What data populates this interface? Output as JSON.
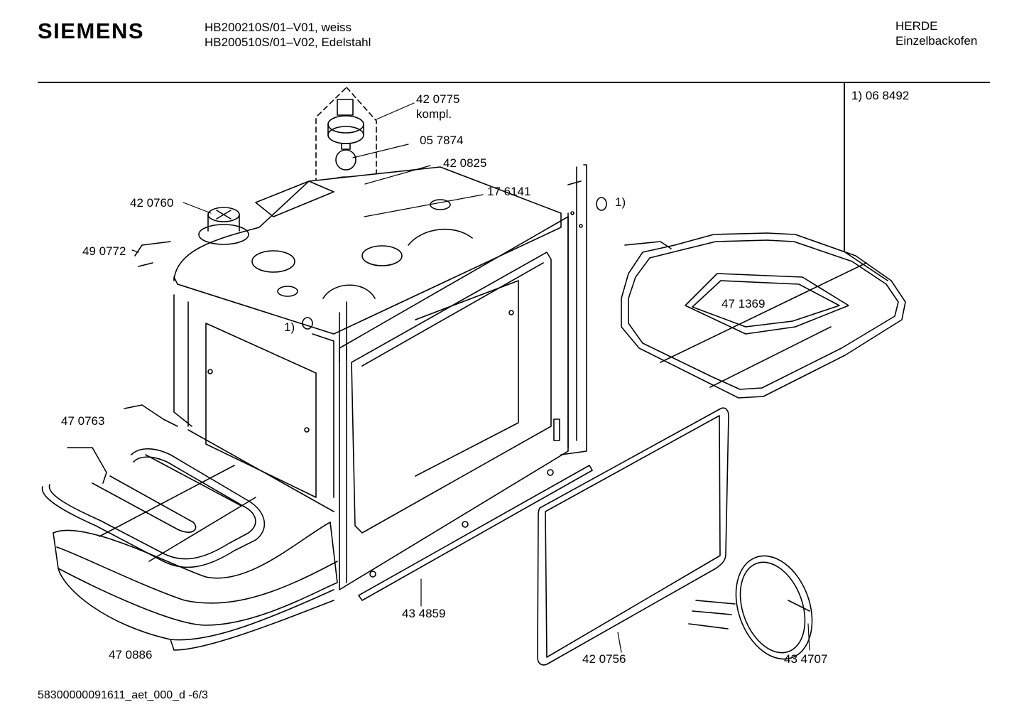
{
  "header": {
    "brand": "SIEMENS",
    "model_lines": [
      "HB200210S/01–V01, weiss",
      "HB200510S/01–V02, Edelstahl"
    ],
    "category_lines": [
      "HERDE",
      "Einzelbackofen"
    ]
  },
  "footnote": "1) 06 8492",
  "parts": [
    {
      "id": "420775",
      "text": "42 0775"
    },
    {
      "id": "kompl",
      "text": "kompl."
    },
    {
      "id": "057874",
      "text": "05 7874"
    },
    {
      "id": "420825",
      "text": "42 0825"
    },
    {
      "id": "176141",
      "text": "17 6141"
    },
    {
      "id": "420760",
      "text": "42 0760"
    },
    {
      "id": "490772",
      "text": "49 0772"
    },
    {
      "id": "ref1a",
      "text": "1)"
    },
    {
      "id": "ref1b",
      "text": "1)"
    },
    {
      "id": "471369",
      "text": "47 1369"
    },
    {
      "id": "470763",
      "text": "47 0763"
    },
    {
      "id": "434859",
      "text": "43 4859"
    },
    {
      "id": "470886",
      "text": "47 0886"
    },
    {
      "id": "420756",
      "text": "42 0756"
    },
    {
      "id": "434707",
      "text": "43 4707"
    }
  ],
  "footer": "58300000091611_aet_000_d  -6/3"
}
